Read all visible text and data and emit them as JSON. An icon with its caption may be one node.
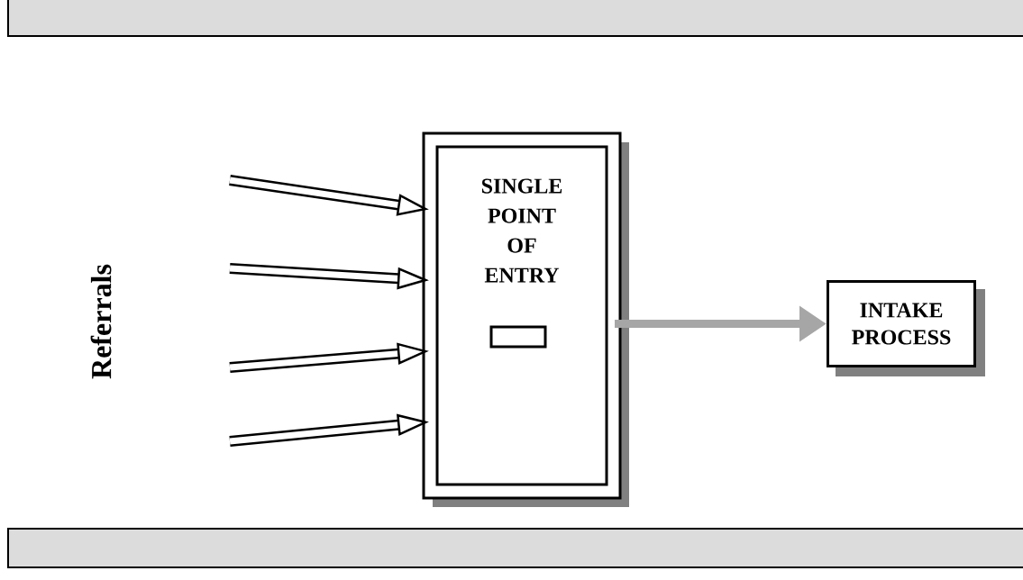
{
  "diagram": {
    "nodes": [
      {
        "text": [
          "SINGLE POINT OF ENTRY"
        ]
      },
      {
        "text": [
          "INTAKE PROCESS"
        ]
      }
    ],
    "edges": [
      {
        "from": null,
        "to": 0,
        "arrow": "to"
      },
      {
        "from": null,
        "to": 0,
        "arrow": "to"
      },
      {
        "from": null,
        "to": 0,
        "arrow": "to"
      },
      {
        "from": null,
        "to": 0,
        "arrow": "to"
      },
      {
        "from": 0,
        "to": 1,
        "arrow": "to",
        "color": "#a6a6a6"
      }
    ],
    "labels": [
      "Referrals"
    ]
  }
}
